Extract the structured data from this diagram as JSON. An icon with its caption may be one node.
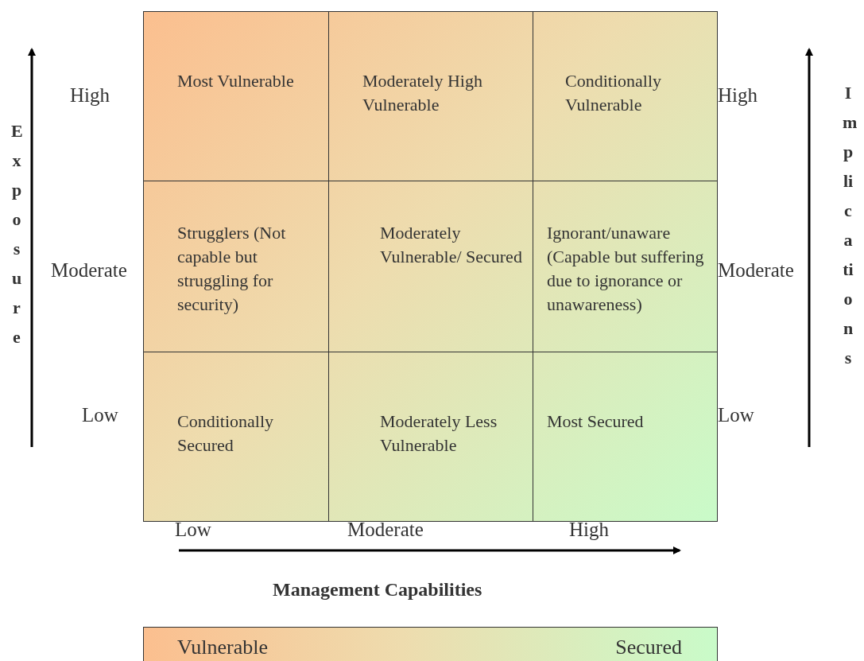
{
  "diagram": {
    "nodes": [
      {
        "text": [
          "Most Vulnerable"
        ]
      },
      {
        "text": [
          "Moderately High Vulnerable"
        ]
      },
      {
        "text": [
          "Conditionally Vulnerable"
        ]
      },
      {
        "text": [
          "Strugglers (Not capable but struggling for security)"
        ]
      },
      {
        "text": [
          "Moderately Vulnerable/ Secured"
        ]
      },
      {
        "text": [
          "Ignorant/unaware (Capable but suffering due to ignorance or unawareness)"
        ]
      },
      {
        "text": [
          "Conditionally Secured"
        ]
      },
      {
        "text": [
          "Moderately Less Vulnerable"
        ]
      },
      {
        "text": [
          "Most Secured"
        ]
      },
      {
        "text": [
          "Vulnerable",
          "Secured"
        ]
      }
    ],
    "labels": [
      "High",
      "Moderate",
      "Low",
      "Exposure",
      "High",
      "Moderate",
      "Low",
      "Implications",
      "Low",
      "Moderate",
      "High",
      "Management Capabilities"
    ]
  }
}
